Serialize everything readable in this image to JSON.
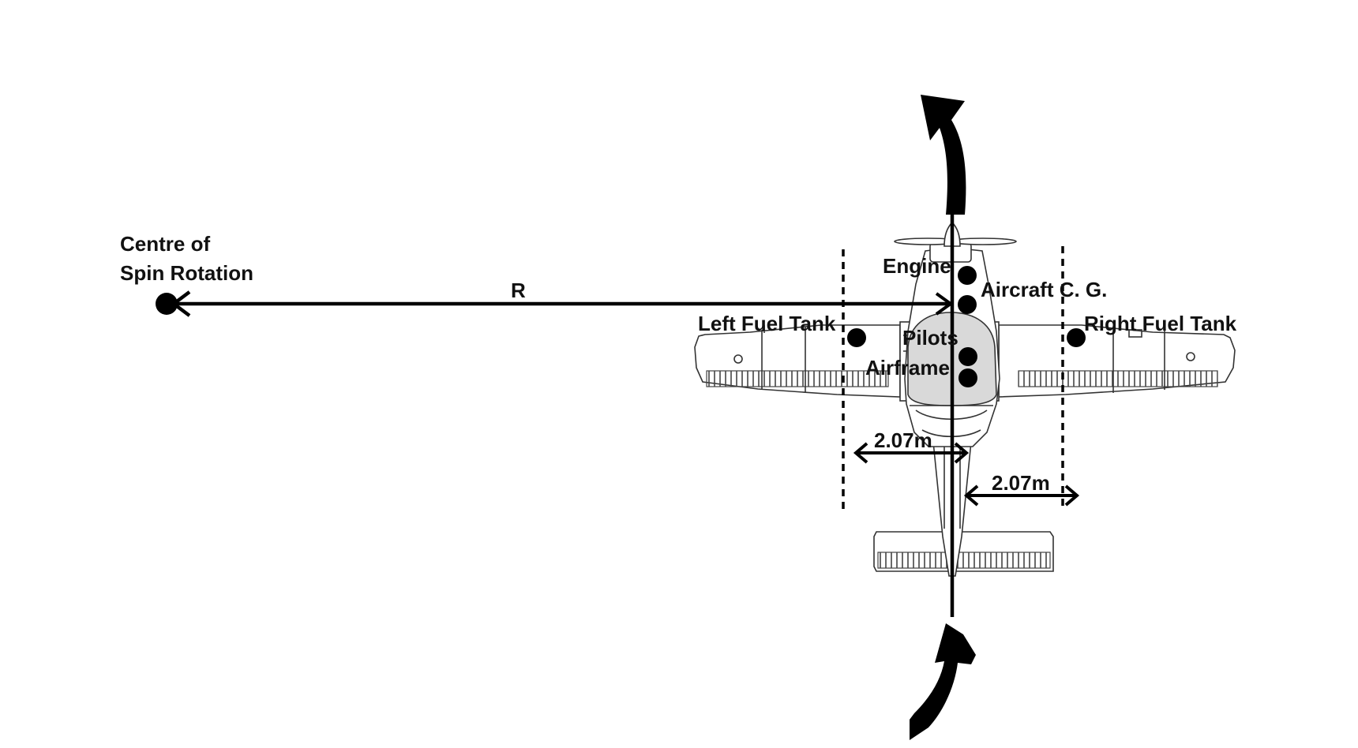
{
  "labels": {
    "centre_line1": "Centre of",
    "centre_line2": "Spin Rotation",
    "radius": "R",
    "engine": "Engine",
    "aircraft_cg": "Aircraft C. G.",
    "left_fuel_tank": "Left Fuel Tank",
    "right_fuel_tank": "Right Fuel Tank",
    "pilots": "Pilots",
    "airframe": "Airframe",
    "dim_left": "2.07m",
    "dim_right": "2.07m"
  },
  "colors": {
    "ink": "#000000",
    "canopy": "#d9d9d9",
    "background": "#ffffff"
  }
}
